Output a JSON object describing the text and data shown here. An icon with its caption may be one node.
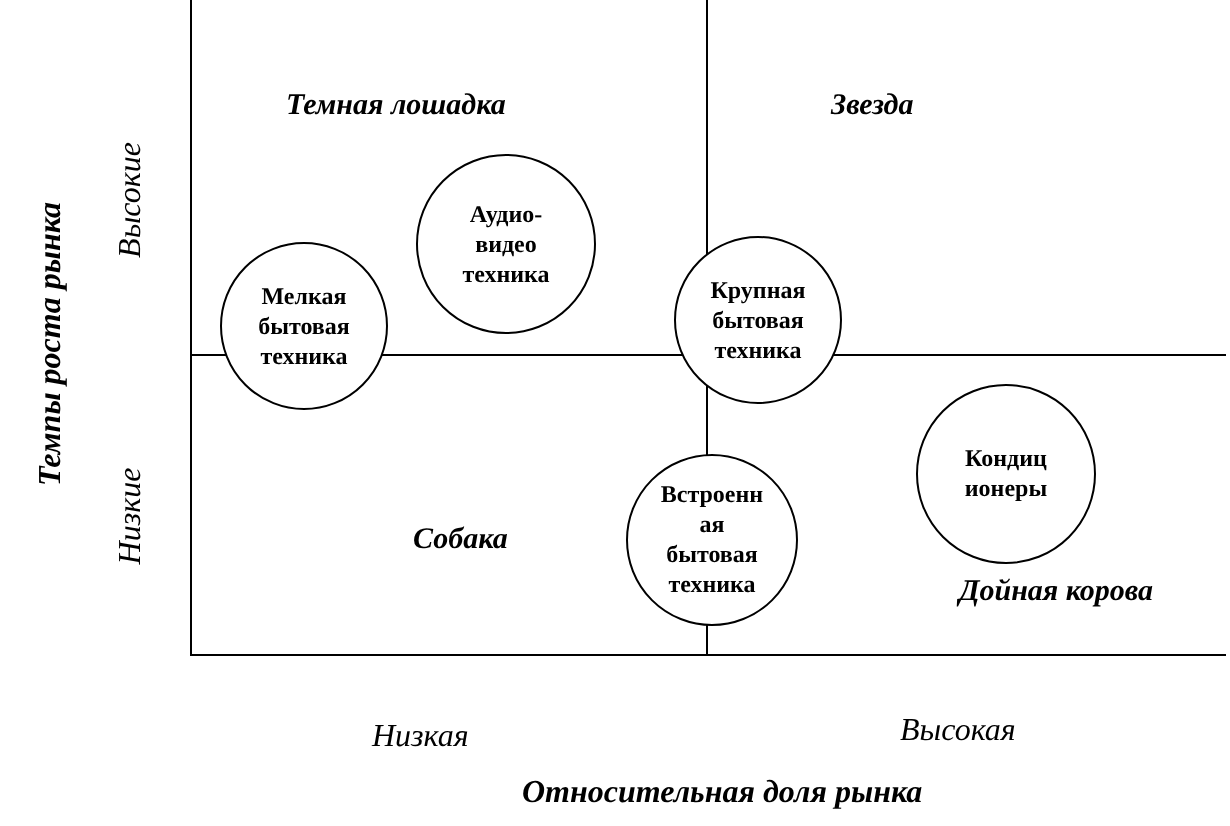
{
  "diagram": {
    "nodes": [
      {
        "text": [
          "Аудио-видео техника"
        ]
      },
      {
        "text": [
          "Мелкая бытовая техника"
        ]
      },
      {
        "text": [
          "Крупная бытовая техника"
        ]
      },
      {
        "text": [
          "Кондиц ионеры"
        ]
      },
      {
        "text": [
          "Встроенн ая бытовая техника"
        ]
      }
    ],
    "labels": [
      "Темная лошадка",
      "Звезда",
      "Высокие",
      "Темпы роста рынка",
      "Низкие",
      "Собака",
      "Дойная корова",
      "Низкая",
      "Высокая",
      "Относительная доля рынка"
    ]
  }
}
